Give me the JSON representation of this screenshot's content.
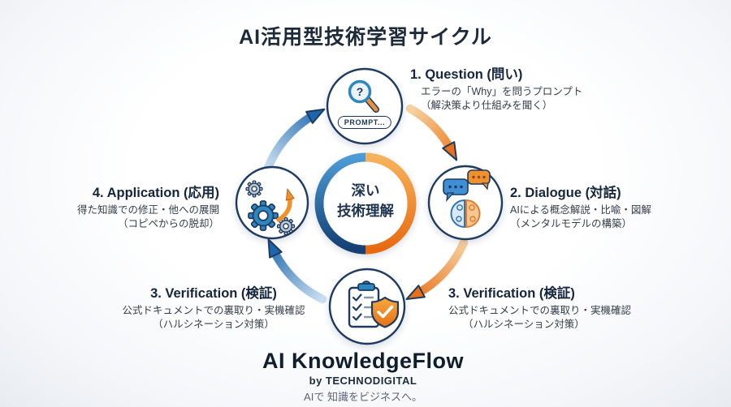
{
  "title": "AI活用型技術学習サイクル",
  "center": {
    "line1": "深い",
    "line2": "技術理解"
  },
  "steps": {
    "question": {
      "title": "1. Question (問い)",
      "line1": "エラーの「Why」を問うプロンプト",
      "line2": "（解決策より仕組みを聞く）",
      "badge": "PROMPT..."
    },
    "dialogue": {
      "title": "2. Dialogue (対話)",
      "line1": "AIによる概念解説・比喩・図解",
      "line2": "（メンタルモデルの構築）"
    },
    "verification_right": {
      "title": "3. Verification (検証)",
      "line1": "公式ドキュメントでの裏取り・実機確認",
      "line2": "（ハルシネーション対策）"
    },
    "verification_left": {
      "title": "3. Verification (検証)",
      "line1": "公式ドキュメントでの裏取り・実機確認",
      "line2": "（ハルシネーション対策）"
    },
    "application": {
      "title": "4. Application (応用)",
      "line1": "得た知識での修正・他への展開",
      "line2": "（コピペからの脱却）"
    }
  },
  "footer": {
    "brand": "AI KnowledgeFlow",
    "byline": "by TECHNODIGITAL",
    "tagline": "AIで 知識をビジネスへ。"
  },
  "icons": {
    "question_mark": "?",
    "top": "magnifier-question-icon",
    "right": "chat-brain-icon",
    "bottom": "checklist-shield-icon",
    "left": "gears-growth-icon"
  },
  "colors": {
    "navy": "#1e3a5f",
    "blue": "#2e86c1",
    "orange": "#ee7b1c",
    "background": "#f4f6f9"
  }
}
